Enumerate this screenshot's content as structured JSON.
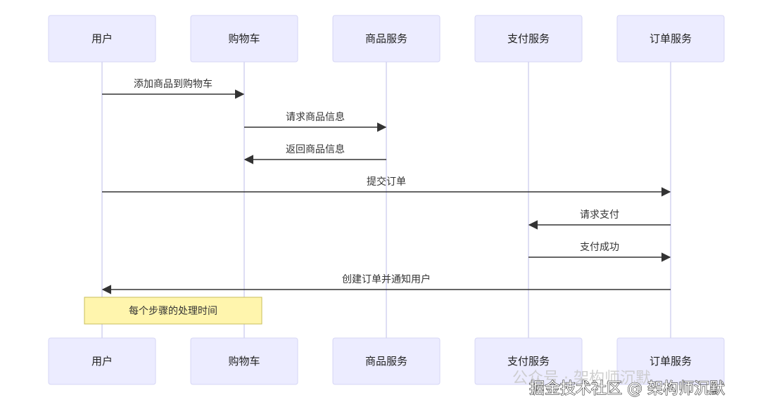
{
  "actors": [
    {
      "id": "user",
      "label": "用户"
    },
    {
      "id": "cart",
      "label": "购物车"
    },
    {
      "id": "product",
      "label": "商品服务"
    },
    {
      "id": "payment",
      "label": "支付服务"
    },
    {
      "id": "order",
      "label": "订单服务"
    }
  ],
  "messages": [
    {
      "from": "user",
      "to": "cart",
      "label": "添加商品到购物车"
    },
    {
      "from": "cart",
      "to": "product",
      "label": "请求商品信息"
    },
    {
      "from": "product",
      "to": "cart",
      "label": "返回商品信息"
    },
    {
      "from": "user",
      "to": "order",
      "label": "提交订单"
    },
    {
      "from": "order",
      "to": "payment",
      "label": "请求支付"
    },
    {
      "from": "payment",
      "to": "order",
      "label": "支付成功"
    },
    {
      "from": "order",
      "to": "user",
      "label": "创建订单并通知用户"
    }
  ],
  "note": {
    "label": "每个步骤的处理时间",
    "over": [
      "user",
      "cart"
    ]
  },
  "watermark": {
    "primary": "掘金技术社区 @ 架构师沉默",
    "secondary": "公众号 · 架构师沉默"
  },
  "colors": {
    "actor_fill": "#ececff",
    "actor_stroke": "#d6d6f5",
    "lifeline": "#d3d3f0",
    "message": "#333333",
    "note_fill": "#fff5ad",
    "note_stroke": "#c8bf5a"
  }
}
